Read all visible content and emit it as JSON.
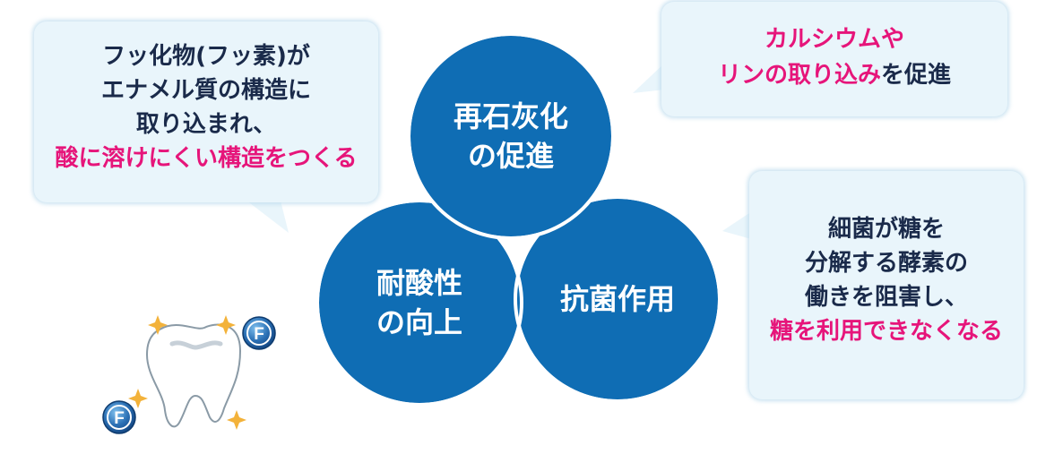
{
  "center": {
    "remineralization": [
      "再石灰化",
      "の促進"
    ],
    "acid_resistance": [
      "耐酸性",
      "の向上"
    ],
    "antibacterial": [
      "抗菌作用"
    ]
  },
  "bubbles": {
    "left": {
      "lines": [
        "フッ化物(フッ素)が",
        "エナメル質の構造に",
        "取り込まれ、"
      ],
      "highlight": "酸に溶けにくい構造をつくる"
    },
    "top_right": {
      "highlight_line1": "カルシウムや",
      "highlight_line2": "リンの取り込み",
      "rest_line2": "を促進"
    },
    "right": {
      "lines": [
        "細菌が糖を",
        "分解する酵素の",
        "働きを阻害し、"
      ],
      "highlight": "糖を利用できなくなる"
    }
  },
  "illustration": {
    "badge_letter": "F",
    "icons": [
      "tooth-icon",
      "fluoride-badge-icon",
      "sparkle-icon"
    ]
  },
  "colors": {
    "circle": "#0f6db4",
    "bubble_bg": "#e9f5fb",
    "text_dark": "#1a2a4a",
    "highlight": "#e6157a"
  }
}
